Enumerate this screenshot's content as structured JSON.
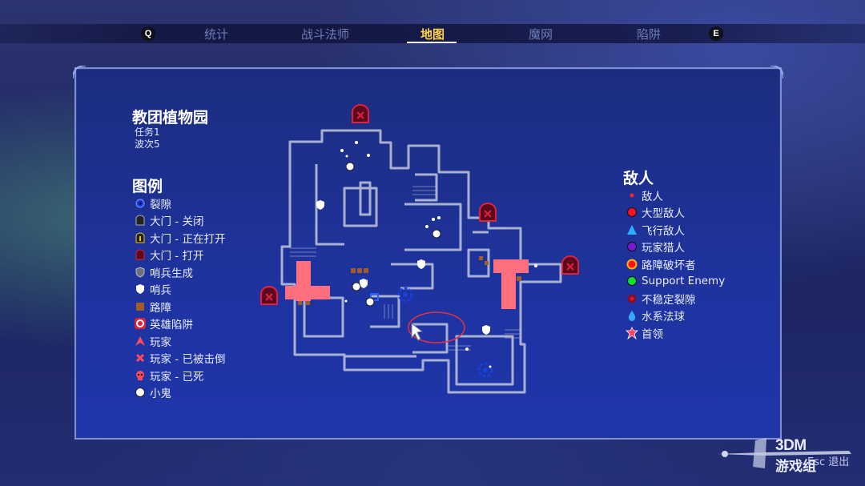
{
  "tabs": [
    {
      "label": "统计",
      "active": false
    },
    {
      "label": "战斗法师",
      "active": false
    },
    {
      "label": "地图",
      "active": true
    },
    {
      "label": "魔网",
      "active": false
    },
    {
      "label": "陷阱",
      "active": false
    }
  ],
  "keys": {
    "prev": "Q",
    "next": "E"
  },
  "level": {
    "name": "教团植物园",
    "mission": "任务1",
    "wave": "波次5"
  },
  "legend": {
    "title": "图例",
    "items": [
      {
        "label": "裂隙",
        "icon": "rift-icon"
      },
      {
        "label": "大门 - 关闭",
        "icon": "gate-closed-icon"
      },
      {
        "label": "大门 - 正在打开",
        "icon": "gate-opening-icon"
      },
      {
        "label": "大门 - 打开",
        "icon": "gate-open-icon"
      },
      {
        "label": "哨兵生成",
        "icon": "guardian-spawn-icon"
      },
      {
        "label": "哨兵",
        "icon": "guardian-icon"
      },
      {
        "label": "路障",
        "icon": "barricade-icon"
      },
      {
        "label": "英雄陷阱",
        "icon": "hero-trap-icon"
      },
      {
        "label": "玩家",
        "icon": "player-icon"
      },
      {
        "label": "玩家 - 已被击倒",
        "icon": "player-downed-icon"
      },
      {
        "label": "玩家 - 已死",
        "icon": "player-dead-icon"
      },
      {
        "label": "小鬼",
        "icon": "imp-icon"
      }
    ]
  },
  "enemies": {
    "title": "敌人",
    "items": [
      {
        "label": "敌人",
        "icon": "enemy-icon"
      },
      {
        "label": "大型敌人",
        "icon": "large-enemy-icon"
      },
      {
        "label": "飞行敌人",
        "icon": "flying-enemy-icon"
      },
      {
        "label": "玩家猎人",
        "icon": "player-hunter-icon"
      },
      {
        "label": "路障破坏者",
        "icon": "barricade-breaker-icon"
      },
      {
        "label": "Support Enemy",
        "icon": "support-enemy-icon"
      },
      {
        "label": "不稳定裂隙",
        "icon": "unstable-rift-icon"
      },
      {
        "label": "水系法球",
        "icon": "water-orb-icon"
      },
      {
        "label": "首领",
        "icon": "boss-icon"
      }
    ]
  },
  "colors": {
    "gate_red": "#c4123a",
    "barricade_brown": "#a35c24",
    "trap_zone": "#ff6f7d",
    "rift_blue": "#1840e0",
    "tab_active": "#ffd24a",
    "tab_inactive": "#6e7eb8"
  },
  "watermark": {
    "brand": "3DM",
    "sub": "游戏组"
  },
  "exit": {
    "key": "Esc",
    "label": "退出"
  }
}
